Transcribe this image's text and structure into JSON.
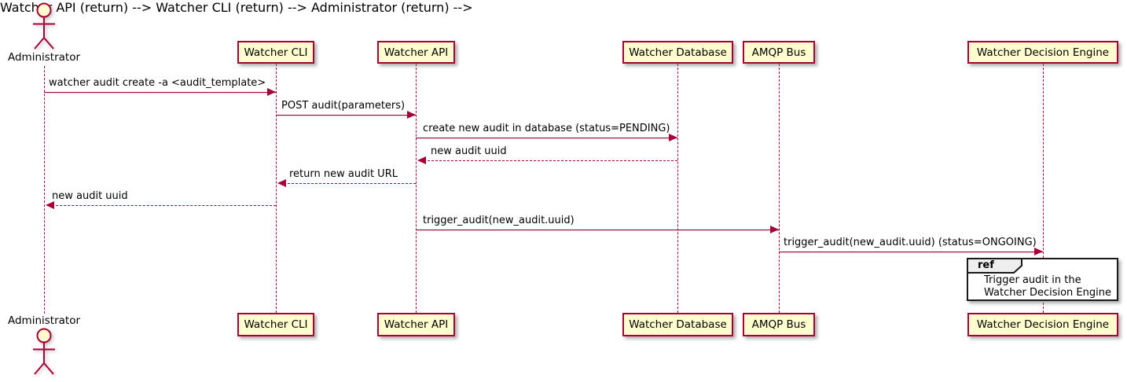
{
  "diagram": {
    "type": "sequence-diagram",
    "participants": [
      {
        "id": "administrator",
        "label": "Administrator",
        "kind": "actor"
      },
      {
        "id": "watcher-cli",
        "label": "Watcher CLI",
        "kind": "participant"
      },
      {
        "id": "watcher-api",
        "label": "Watcher API",
        "kind": "participant"
      },
      {
        "id": "watcher-database",
        "label": "Watcher Database",
        "kind": "participant"
      },
      {
        "id": "amqp-bus",
        "label": "AMQP Bus",
        "kind": "participant"
      },
      {
        "id": "watcher-decision-engine",
        "label": "Watcher Decision Engine",
        "kind": "participant"
      }
    ],
    "messages": [
      {
        "from": "Administrator",
        "to": "Watcher CLI",
        "label": "watcher audit create -a <audit_template>",
        "style": "solid"
      },
      {
        "from": "Watcher CLI",
        "to": "Watcher API",
        "label": "POST audit(parameters)",
        "style": "solid"
      },
      {
        "from": "Watcher API",
        "to": "Watcher Database",
        "label": "create new audit in database (status=PENDING)",
        "style": "solid"
      },
      {
        "from": "Watcher Database",
        "to": "Watcher API",
        "label": "new audit uuid",
        "style": "dashed"
      },
      {
        "from": "Watcher API",
        "to": "Watcher CLI",
        "label": "return new audit URL",
        "style": "dashed"
      },
      {
        "from": "Watcher CLI",
        "to": "Administrator",
        "label": "new audit uuid",
        "style": "dashed"
      },
      {
        "from": "Watcher API",
        "to": "AMQP Bus",
        "label": "trigger_audit(new_audit.uuid)",
        "style": "solid"
      },
      {
        "from": "AMQP Bus",
        "to": "Watcher Decision Engine",
        "label": "trigger_audit(new_audit.uuid) (status=ONGOING)",
        "style": "solid"
      }
    ],
    "ref": {
      "keyword": "ref",
      "over": "Watcher Decision Engine",
      "text_lines": [
        "Trigger audit in the",
        "Watcher Decision Engine"
      ]
    },
    "colors": {
      "participant_fill": "#FEFECE",
      "participant_border": "#A80036",
      "arrow": "#A80036",
      "lifeline": "#A80036",
      "text": "#000000",
      "ref_border": "#1A1A1A",
      "ref_tab_fill": "#EEEEEE",
      "background": "#FFFFFF"
    }
  }
}
